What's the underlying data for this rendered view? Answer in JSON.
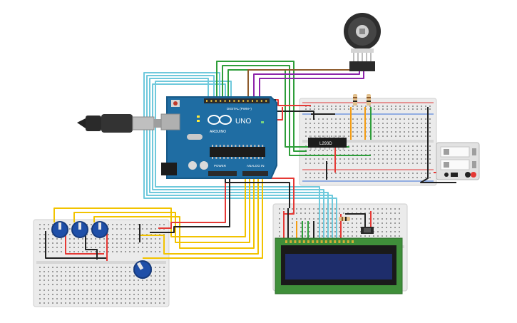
{
  "colors": {
    "arduino_board": "#1f6da3",
    "arduino_edge": "#175a88",
    "breadboard": "#ebebeb",
    "rail_red": "#e03b3b",
    "rail_blue": "#3a6fd8",
    "wire_red": "#e53935",
    "wire_black": "#222222",
    "wire_green": "#2e9e3a",
    "wire_purple": "#8e24aa",
    "wire_brown": "#8d5a2b",
    "wire_yellow": "#f2c300",
    "wire_cyan": "#6fc9dc",
    "wire_orange": "#f39c12",
    "lcd_pcb": "#3f8f3a",
    "lcd_screen": "#1e2d6b",
    "pot_knob": "#1f4fa8"
  },
  "arduino": {
    "brand": "ARDUINO",
    "model": "UNO",
    "digital_header": "DIGITAL (PWM~)",
    "power_header": "POWER",
    "analog_header": "ANALOG IN"
  },
  "ic": {
    "label": "L293D"
  },
  "icons": [
    "usb-cable-icon",
    "dc-motor-icon",
    "power-supply-icon",
    "potentiometer-icon",
    "lcd-display-icon",
    "resistor-icon",
    "pushbutton-icon"
  ]
}
